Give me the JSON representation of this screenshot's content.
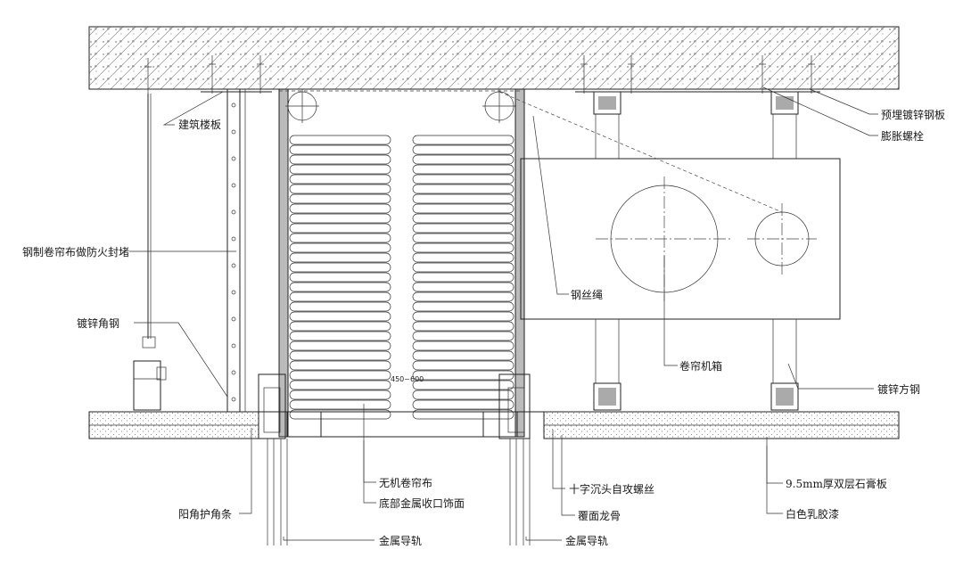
{
  "labels": {
    "floor_slab": "建筑楼板",
    "steel_curtain_fire_seal": "钢制卷帘布做防火封堵",
    "galvanized_angle_steel": "镀锌角钢",
    "embedded_galvanized_plate": "预埋镀锌钢板",
    "expansion_bolt": "膨胀螺栓",
    "wire_rope": "钢丝绳",
    "roller_box": "卷帘机箱",
    "galvanized_square_steel": "镀锌方钢",
    "inorganic_curtain_cloth": "无机卷帘布",
    "bottom_metal_trim": "底部金属收口饰面",
    "corner_guard_strip": "阳角护角条",
    "metal_rail_left": "金属导轨",
    "metal_rail_right": "金属导轨",
    "countersunk_screw": "十字沉头自攻螺丝",
    "cover_keel": "覆面龙骨",
    "gypsum_board": "9.5mm厚双层石膏板",
    "white_latex_paint": "白色乳胶漆",
    "dimension_note": "450~600"
  },
  "colors": {
    "line": "#222222",
    "hatch": "#555555",
    "background": "#ffffff"
  }
}
